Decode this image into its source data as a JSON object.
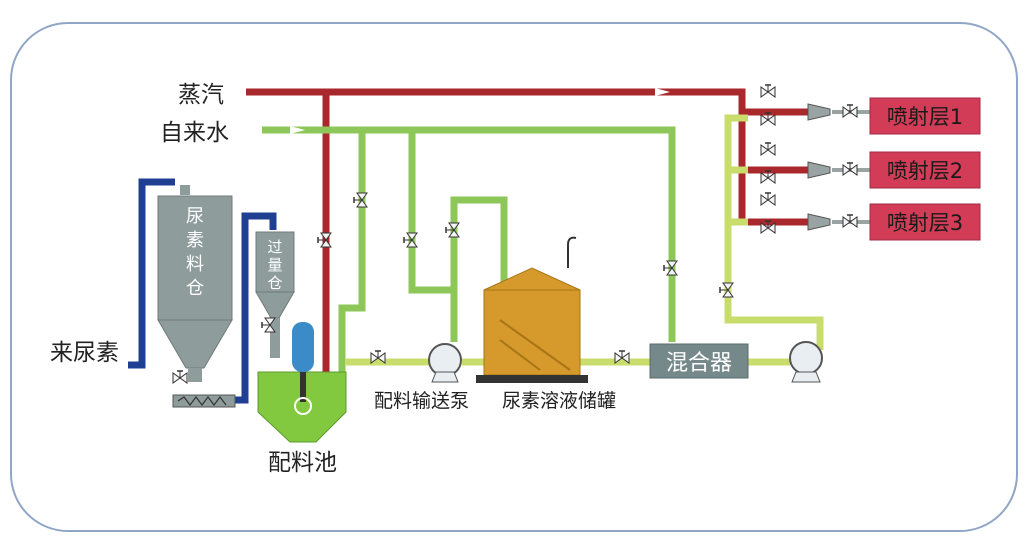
{
  "labels": {
    "steam": "蒸汽",
    "tap_water": "自来水",
    "incoming_urea": "来尿素",
    "urea_silo": [
      "尿",
      "素",
      "料",
      "仓"
    ],
    "metering_bin": [
      "过",
      "量",
      "仓"
    ],
    "mixing_tank": "配料池",
    "transfer_pump": "配料输送泵",
    "storage_tank": "尿素溶液储罐",
    "mixer": "混合器",
    "layer1": "喷射层1",
    "layer2": "喷射层2",
    "layer3": "喷射层3"
  },
  "colors": {
    "steam_pipe": "#a8282c",
    "water_pipe": "#8dc75a",
    "urea_pipe": "#1f3f93",
    "solution_pipe": "#c9dd6c",
    "silo": "#8e9c9b",
    "tank": "#d59a2b",
    "basin": "#82c940",
    "mixer_box": "#76898a",
    "layer_box": "#d23c57",
    "frame": "#8fa6c7"
  }
}
